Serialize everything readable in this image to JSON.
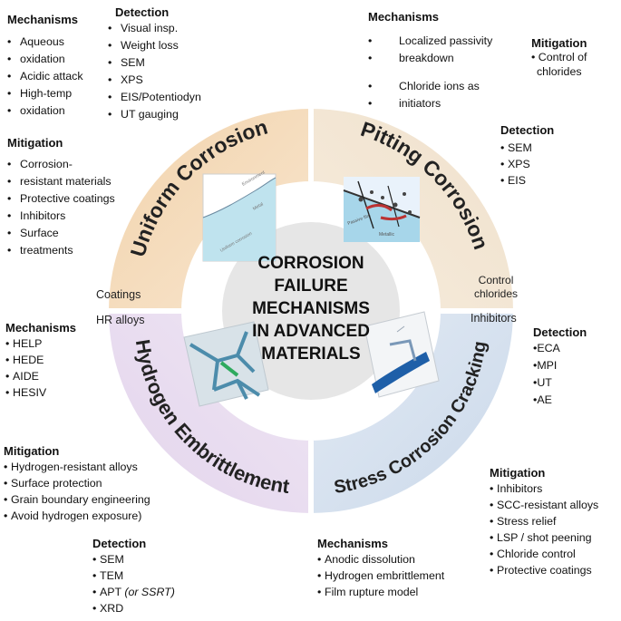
{
  "center_title": [
    "CORROSION",
    "FAILURE",
    "MECHANISMS",
    "IN ADVANCED",
    "MATERIALS"
  ],
  "quadrants": {
    "uniform": {
      "label": "Uniform Corrosion",
      "color": "#f6e0c4"
    },
    "pitting": {
      "label": "Pitting Corrosion",
      "color": "#f3e6d3"
    },
    "scc": {
      "label": "Stress Corrosion Cracking",
      "color": "#d9e4f0"
    },
    "hydrogen": {
      "label": "Hydrogen Embrittlement",
      "color": "#e8dcef"
    }
  },
  "ring_labels": {
    "coatings": "Coatings",
    "hr_alloys": "HR alloys",
    "control_chlorides": [
      "Control",
      "chlorides"
    ],
    "inhibitors": "Inhibitors"
  },
  "uniform_mechanisms": {
    "title": "Mechanisms",
    "items": [
      "Aqueous",
      "oxidation",
      "Acidic attack",
      "High-temp",
      "oxidation"
    ]
  },
  "uniform_detection": {
    "title": "Detection",
    "items": [
      "Visual insp.",
      "Weight loss",
      "SEM",
      "XPS",
      "EIS/Potentiodyn",
      "UT gauging"
    ]
  },
  "uniform_mitigation": {
    "title": "Mitigation",
    "items": [
      "Corrosion-",
      "resistant materials",
      "Protective coatings",
      "Inhibitors",
      "Surface",
      "treatments"
    ]
  },
  "pitting_mechanisms": {
    "title": "Mechanisms",
    "items": [
      "Localized passivity",
      "breakdown",
      "Chloride ions as",
      "initiators"
    ]
  },
  "pitting_mitigation": {
    "title": "Mitigation",
    "items": [
      "Control of",
      "chlorides"
    ]
  },
  "pitting_detection": {
    "title": "Detection",
    "items": [
      "SEM",
      "XPS",
      "EIS"
    ]
  },
  "hydrogen_mechanisms": {
    "title": "Mechanisms",
    "items": [
      "HELP",
      "HEDE",
      "AIDE",
      "HESIV"
    ]
  },
  "hydrogen_mitigation": {
    "title": "Mitigation",
    "items": [
      "Hydrogen-resistant alloys",
      "Surface protection",
      "Grain boundary engineering",
      "Avoid hydrogen exposure)"
    ]
  },
  "hydrogen_detection": {
    "title": "Detection",
    "items": [
      "SEM",
      "TEM",
      "APT",
      "(or SSRT)",
      "XRD"
    ]
  },
  "scc_detection": {
    "title": "Detection",
    "items": [
      "ECA",
      "MPI",
      "UT",
      "AE"
    ]
  },
  "scc_mitigation": {
    "title": "Mitigation",
    "items": [
      "Inhibitors",
      "SCC-resistant alloys",
      "Stress relief",
      "LSP / shot peening",
      "Chloride control",
      "Protective coatings"
    ]
  },
  "scc_mechanisms": {
    "title": "Mechanisms",
    "items": [
      "Anodic dissolution",
      "Hydrogen embrittlement",
      "Film rupture model"
    ]
  },
  "image_labels": {
    "uniform_env": "Environment",
    "uniform_metal": "Metal",
    "uniform_caption": "Uniform corrosion",
    "pit_film": "Passive film",
    "pit_metal": "Metallic"
  }
}
